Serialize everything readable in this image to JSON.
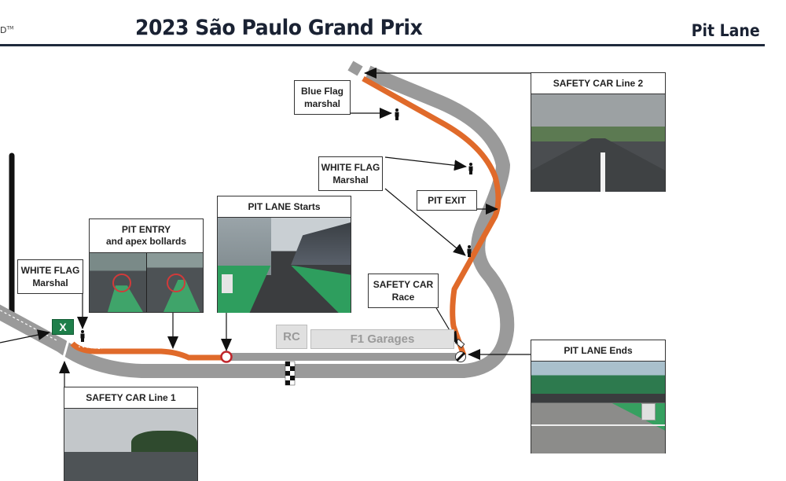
{
  "header": {
    "logo_text": "D",
    "logo_tm": "TM",
    "title": "2023 São Paulo Grand Prix",
    "section": "Pit Lane"
  },
  "colors": {
    "track": "#9a9a9a",
    "pit_lane": "#e06a2a",
    "header_rule": "#1f2a3c",
    "exit_sign": "#1e7f4a",
    "pit_start_marker": "#c0262c"
  },
  "labels": {
    "white_flag_left": {
      "line1": "WHITE FLAG",
      "line2": "Marshal"
    },
    "blue_flag": {
      "line1": "Blue Flag",
      "line2": "marshal"
    },
    "white_flag_right": {
      "line1": "WHITE FLAG",
      "line2": "Marshal"
    },
    "pit_exit": "PIT EXIT",
    "safety_car_race": {
      "line1": "SAFETY CAR",
      "line2": "Race"
    }
  },
  "cards": {
    "pit_entry": {
      "line1": "PIT ENTRY",
      "line2": "and apex bollards"
    },
    "pit_lane_starts": "PIT LANE Starts",
    "safety_car_line2": "SAFETY CAR Line 2",
    "pit_lane_ends": "PIT LANE Ends",
    "safety_car_line1": "SAFETY CAR Line 1"
  },
  "blocks": {
    "rc": "RC",
    "garages": "F1 Garages"
  },
  "exit_sign": "X",
  "icons": [
    "marshal-icon",
    "checkered-flag-icon",
    "pit-start-circle-icon",
    "end-restriction-icon",
    "safety-car-icon",
    "exit-sign-icon"
  ]
}
